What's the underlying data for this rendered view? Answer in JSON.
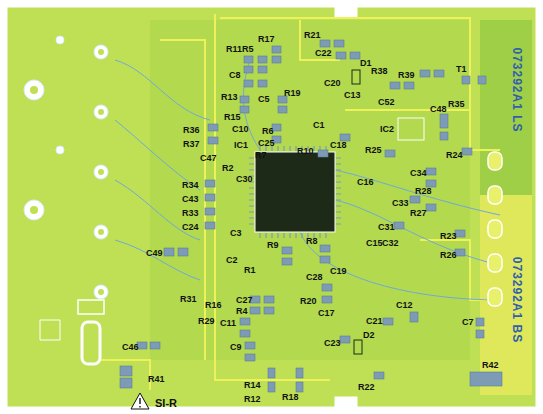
{
  "diagram": {
    "labels": [
      "R11",
      "R5",
      "R17",
      "R21",
      "C8",
      "C22",
      "D1",
      "R38",
      "R39",
      "T1",
      "C5",
      "R19",
      "C20",
      "C13",
      "C52",
      "R35",
      "R13",
      "R15",
      "C10",
      "R36",
      "R37",
      "C47",
      "R6",
      "C25",
      "R7",
      "C1",
      "R10",
      "C18",
      "IC2",
      "C48",
      "R24",
      "IC1",
      "R25",
      "R2",
      "C30",
      "C16",
      "C34",
      "R28",
      "R34",
      "C43",
      "R33",
      "C24",
      "C33",
      "C3",
      "R27",
      "C31",
      "R23",
      "C15",
      "C32",
      "R26",
      "C49",
      "C2",
      "R1",
      "R9",
      "R8",
      "C19",
      "R31",
      "R16",
      "C27",
      "R4",
      "C11",
      "R29",
      "C28",
      "R20",
      "C17",
      "C21",
      "C12",
      "C7",
      "C46",
      "C9",
      "R14",
      "R12",
      "R18",
      "D2",
      "C23",
      "R22",
      "R41",
      "SI-R",
      "R42",
      "073292A1 LS",
      "073292A1 BS"
    ]
  }
}
